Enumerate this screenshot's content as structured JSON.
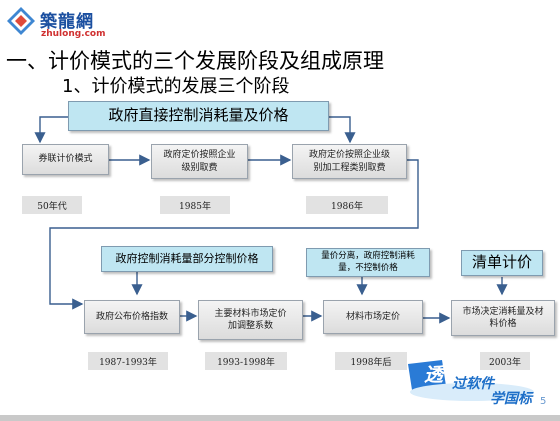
{
  "logo": {
    "name": "築龍網",
    "url": "zhulong.com"
  },
  "heading": {
    "title": "一、计价模式的三个发展阶段及组成原理",
    "subtitle": "1、计价模式的发展三个阶段"
  },
  "stage1": {
    "label": "政府直接控制消耗量及价格",
    "boxes": [
      "券联计价模式",
      "政府定价按照企业\n级别取费",
      "政府定价按照企业级\n别加工程类别取费"
    ],
    "years": [
      "50年代",
      "1985年",
      "1986年"
    ]
  },
  "stage2": {
    "label": "政府控制消耗量部分控制价格",
    "note": "量价分离，政府控制消耗\n量，不控制价格",
    "label3": "清单计价",
    "boxes": [
      "政府公布价格指数",
      "主要材料市场定价\n加调整系数",
      "材料市场定价",
      "市场决定消耗量及材\n料价格"
    ],
    "years": [
      "1987-1993年",
      "1993-1998年",
      "1998年后",
      "2003年"
    ]
  },
  "watermark": {
    "part1": "透",
    "part2": "过软件",
    "part3": "学国标"
  },
  "page_number": "5",
  "colors": {
    "label_fill": "#bfe6f2",
    "connector": "#3a5f8f",
    "logo_blue": "#1b4fa0"
  }
}
